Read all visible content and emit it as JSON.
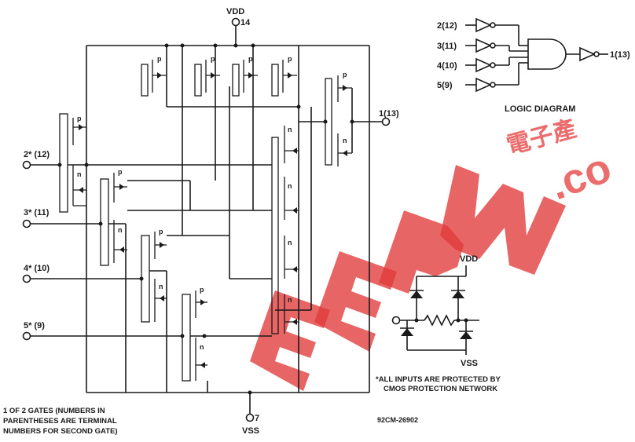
{
  "schematic": {
    "vdd_label": "VDD",
    "vdd_pin": "14",
    "vss_label": "VSS",
    "vss_pin": "7",
    "output_label": "1(13)",
    "inputs": [
      {
        "name": "2* (12)"
      },
      {
        "name": "3* (11)"
      },
      {
        "name": "4* (10)"
      },
      {
        "name": "5* (9)"
      }
    ],
    "transistor_type_labels": [
      "p",
      "n"
    ],
    "footnote_lines": [
      "1 OF 2 GATES (NUMBERS IN",
      "PARENTHESES ARE TERMINAL",
      "NUMBERS FOR SECOND GATE)"
    ]
  },
  "logic_diagram": {
    "title": "LOGIC DIAGRAM",
    "inputs": [
      "2(12)",
      "3(11)",
      "4(10)",
      "5(9)"
    ],
    "output": "1(13)"
  },
  "protection": {
    "vdd_label": "VDD",
    "vss_label": "VSS",
    "note_lines": [
      "*ALL INPUTS ARE PROTECTED BY",
      "CMOS PROTECTION NETWORK"
    ]
  },
  "drawing_code": "92CM-26902",
  "watermark": {
    "text": "EEPW",
    "chinese": "電子產",
    "domain": ".co"
  },
  "colors": {
    "ink": "#1a1a1a",
    "watermark": "#e03a3a"
  }
}
